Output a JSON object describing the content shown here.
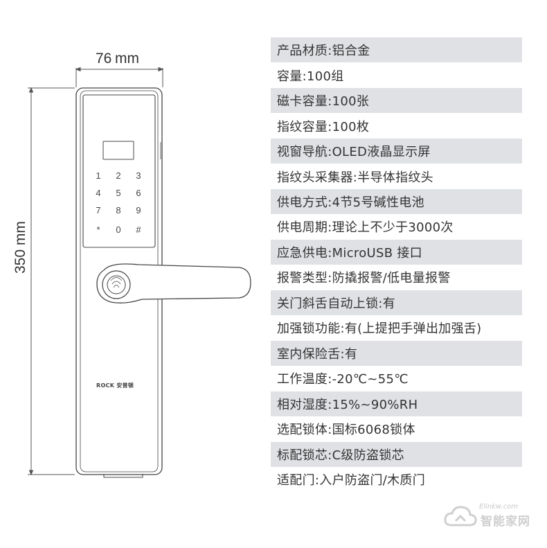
{
  "dimensions": {
    "width_value": "76",
    "width_unit": "mm",
    "height_label": "350 mm"
  },
  "lock": {
    "keypad": [
      "1",
      "2",
      "3",
      "4",
      "5",
      "6",
      "7",
      "8",
      "9",
      "*",
      "0",
      "#"
    ],
    "brand": "ROCK 安普顿"
  },
  "specs": [
    {
      "text": "产品材质:铝合金",
      "shaded": true
    },
    {
      "text": "容量:100组",
      "shaded": false
    },
    {
      "text": "磁卡容量:100张",
      "shaded": true
    },
    {
      "text": "指纹容量:100枚",
      "shaded": false
    },
    {
      "text": "视窗导航:OLED液晶显示屏",
      "shaded": true
    },
    {
      "text": "指纹头采集器:半导体指纹头",
      "shaded": false
    },
    {
      "text": "供电方式:4节5号碱性电池",
      "shaded": true
    },
    {
      "text": "供电周期:理论上不少于3000次",
      "shaded": false
    },
    {
      "text": "应急供电:MicroUSB 接口",
      "shaded": true
    },
    {
      "text": "报警类型:防撬报警/低电量报警",
      "shaded": false
    },
    {
      "text": "关门斜舌自动上锁:有",
      "shaded": true
    },
    {
      "text": "加强锁功能:有(上提把手弹出加强舌)",
      "shaded": false
    },
    {
      "text": "室内保险舌:有",
      "shaded": true
    },
    {
      "text": "工作温度:-20℃~55℃",
      "shaded": false
    },
    {
      "text": "相对湿度:15%~90%RH",
      "shaded": true
    },
    {
      "text": "选配锁体:国标6068锁体",
      "shaded": false
    },
    {
      "text": "标配锁芯:C级防盗锁芯",
      "shaded": true
    },
    {
      "text": "适配门:入户防盗门/木质门",
      "shaded": false
    }
  ],
  "watermark": {
    "url": "Elinkw.com",
    "name": "智能家网"
  }
}
